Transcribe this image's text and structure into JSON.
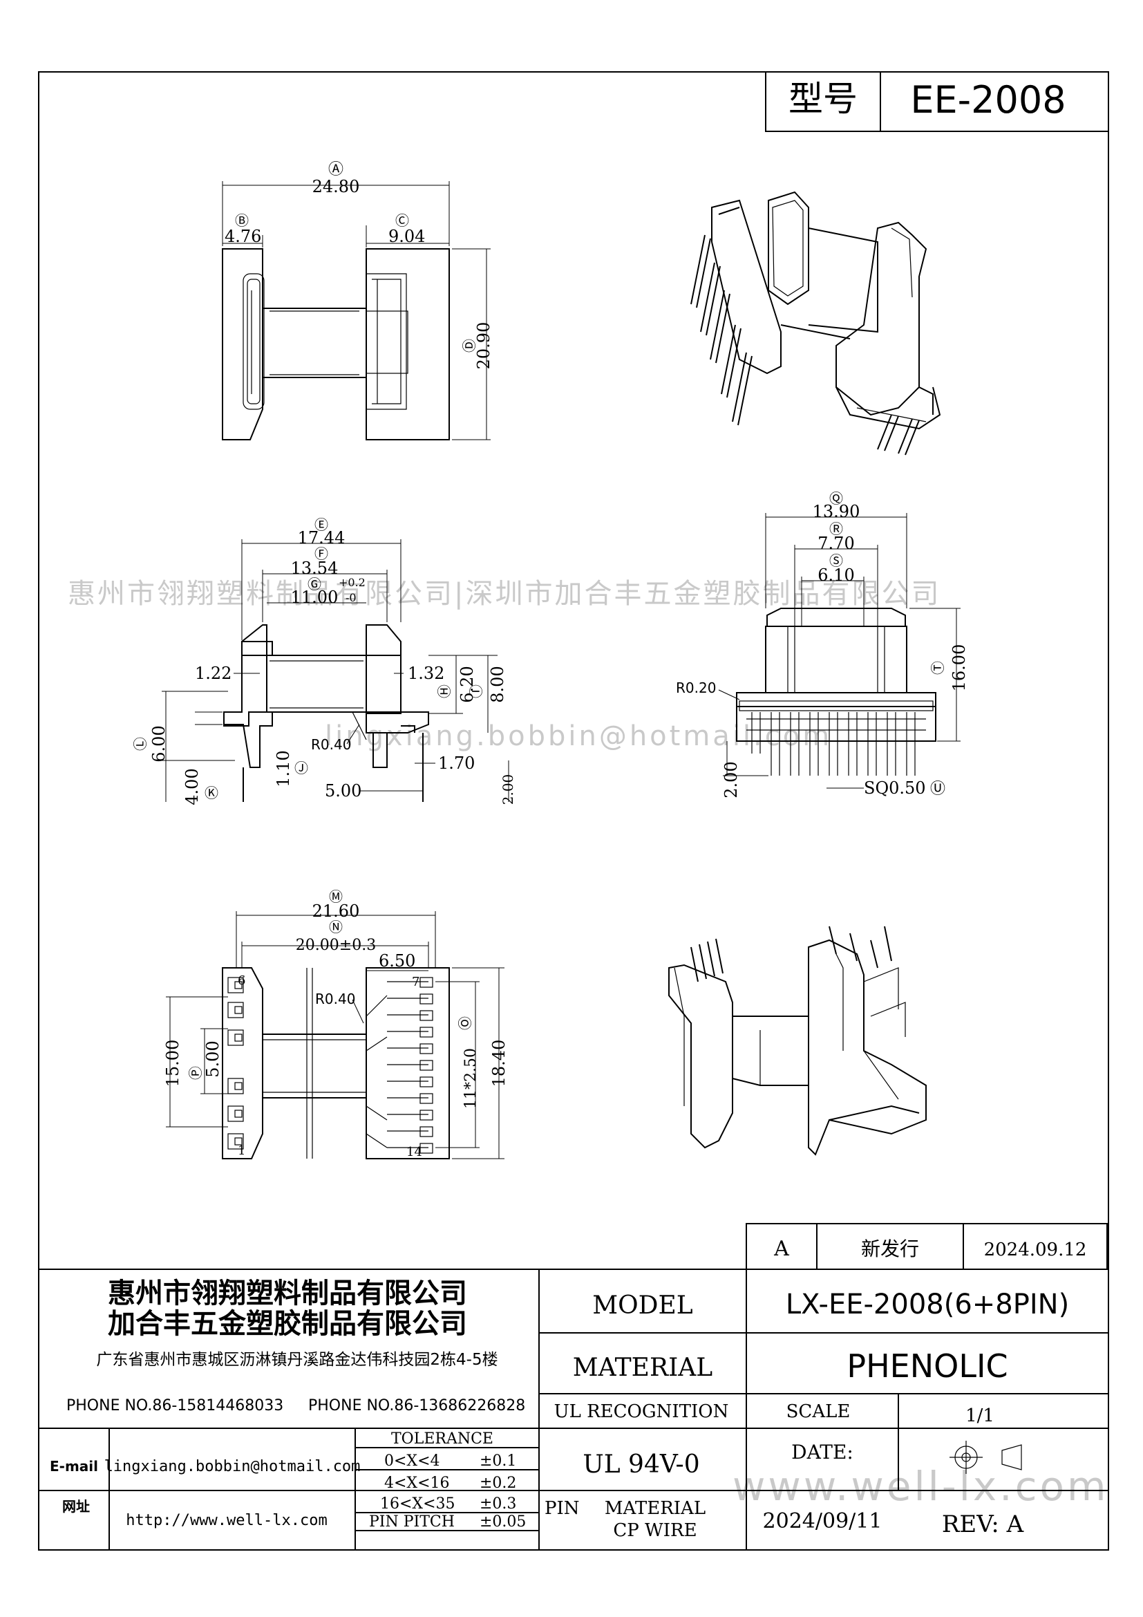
{
  "title_block": {
    "model_label_cn": "型号",
    "model_code": "EE-2008"
  },
  "watermarks": {
    "company_line": "惠州市翎翔塑料制品有限公司|深圳市加合丰五金塑胶制品有限公司",
    "email_line": "lingxiang.bobbin@hotmail.com",
    "web_line": "www.well-lx.com"
  },
  "top_view": {
    "A": "Ⓐ",
    "A_val": "24.80",
    "B": "Ⓑ",
    "B_val": "4.76",
    "C": "Ⓒ",
    "C_val": "9.04",
    "D": "Ⓓ",
    "D_val": "20.90"
  },
  "front_view": {
    "E": "Ⓔ",
    "E_val": "17.44",
    "F": "Ⓕ",
    "F_val": "13.54",
    "G": "Ⓖ",
    "G_val": "11.00",
    "G_tol_up": "+0.2",
    "G_tol_dn": "-0",
    "v122": "1.22",
    "v132": "1.32",
    "H": "Ⓗ",
    "H_val": "6.20",
    "I": "Ⓘ",
    "I_val": "8.00",
    "L": "Ⓛ",
    "L_val": "6.00",
    "K": "Ⓚ",
    "K_val": "4.00",
    "J": "Ⓙ",
    "J_val": "1.10",
    "r040": "R0.40",
    "v170": "1.70",
    "v500": "5.00",
    "v200": "2.00"
  },
  "side_view": {
    "Q": "Ⓠ",
    "Q_val": "13.90",
    "R": "Ⓡ",
    "R_val": "7.70",
    "S": "Ⓢ",
    "S_val": "6.10",
    "T": "Ⓣ",
    "T_val": "16.00",
    "r020": "R0.20",
    "v200": "2.00",
    "sq": "SQ0.50",
    "U": "Ⓤ"
  },
  "bottom_view": {
    "M": "Ⓜ",
    "M_val": "21.60",
    "N": "Ⓝ",
    "N_val": "20.00±0.3",
    "v650": "6.50",
    "r040": "R0.40",
    "v1500": "15.00",
    "P": "Ⓟ",
    "P_val": "5.00",
    "O": "Ⓞ",
    "O_val": "11*2.50",
    "v1840": "18.40",
    "pin1": "1",
    "pin6": "6",
    "pin7": "7",
    "pin14": "14"
  },
  "revision": {
    "rev": "A",
    "desc": "新发行",
    "date": "2024.09.12"
  },
  "company": {
    "name1": "惠州市翎翔塑料制品有限公司",
    "name2": "加合丰五金塑胶制品有限公司",
    "address": "广东省惠州市惠城区沥淋镇丹溪路金达伟科技园2栋4-5楼",
    "phone1": "PHONE NO.86-15814468033",
    "phone2": "PHONE NO.86-13686226828",
    "email_label": "E-mail",
    "email": "lingxiang.bobbin@hotmail.com",
    "web_label": "网址",
    "web": "http://www.well-lx.com"
  },
  "tolerance": {
    "header": "TOLERANCE",
    "rows": [
      {
        "range": "0<X<4",
        "tol": "±0.1"
      },
      {
        "range": "4<X<16",
        "tol": "±0.2"
      },
      {
        "range": "16<X<35",
        "tol": "±0.3"
      },
      {
        "range": "PIN PITCH",
        "tol": "±0.05"
      }
    ]
  },
  "spec": {
    "model_label": "MODEL",
    "model_value": "LX-EE-2008(6+8PIN)",
    "material_label": "MATERIAL",
    "material_value": "PHENOLIC",
    "ul_label": "UL RECOGNITION",
    "ul_value": "UL 94V-0",
    "scale_label": "SCALE",
    "scale_value": "1/1",
    "date_label": "DATE:",
    "date_value": "2024/09/11",
    "pin_label": "PIN",
    "pin_material_label": "MATERIAL",
    "pin_material_value": "CP WIRE",
    "rev_label": "REV: A"
  }
}
